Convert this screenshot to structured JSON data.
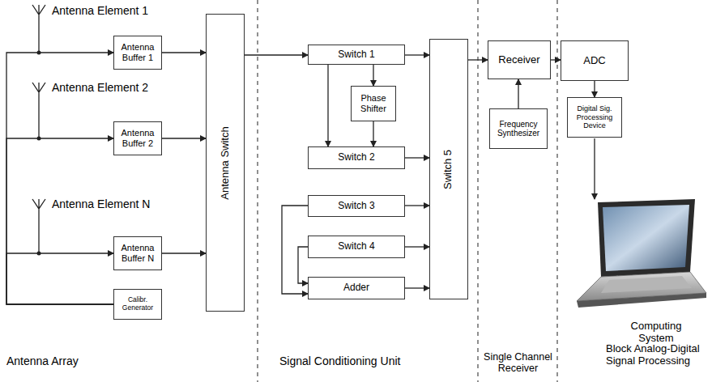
{
  "diagram": {
    "nodes": [
      {
        "text": [
          "Antenna Buffer 1"
        ]
      },
      {
        "text": [
          "Antenna Buffer 2"
        ]
      },
      {
        "text": [
          "Antenna Buffer N"
        ]
      },
      {
        "text": [
          "Calibr. Generator"
        ]
      },
      {
        "text": [
          "Antenna Switch"
        ]
      },
      {
        "text": [
          "Switch 1"
        ]
      },
      {
        "text": [
          "Phase Shifter"
        ]
      },
      {
        "text": [
          "Switch 2"
        ]
      },
      {
        "text": [
          "Switch 3"
        ]
      },
      {
        "text": [
          "Switch 4"
        ]
      },
      {
        "text": [
          "Adder"
        ]
      },
      {
        "text": [
          "Switch 5"
        ]
      },
      {
        "text": [
          "Receiver"
        ]
      },
      {
        "text": [
          "Frequency Synthesizer"
        ]
      },
      {
        "text": [
          "ADC"
        ]
      },
      {
        "text": [
          "Digital Sig. Processing Device"
        ]
      }
    ],
    "edges": [
      {
        "from": 0,
        "to": 4,
        "arrow": "to"
      },
      {
        "from": 1,
        "to": 4,
        "arrow": "to"
      },
      {
        "from": 2,
        "to": 4,
        "arrow": "to"
      },
      {
        "from": 3,
        "to": 0,
        "arrow": "to"
      },
      {
        "from": 3,
        "to": 1,
        "arrow": "to"
      },
      {
        "from": 3,
        "to": 2,
        "arrow": "to"
      },
      {
        "from": 4,
        "to": 5,
        "arrow": "to"
      },
      {
        "from": 5,
        "to": 6,
        "arrow": "to"
      },
      {
        "from": 5,
        "to": 7,
        "arrow": "to"
      },
      {
        "from": 6,
        "to": 7,
        "arrow": "to"
      },
      {
        "from": 5,
        "to": 11,
        "arrow": "to"
      },
      {
        "from": 7,
        "to": 11,
        "arrow": "to"
      },
      {
        "from": 8,
        "to": 11,
        "arrow": "to"
      },
      {
        "from": 9,
        "to": 11,
        "arrow": "to"
      },
      {
        "from": 10,
        "to": 11,
        "arrow": "to"
      },
      {
        "from": 8,
        "to": 10,
        "arrow": "to"
      },
      {
        "from": 9,
        "to": 10,
        "arrow": "to"
      },
      {
        "from": 11,
        "to": 12,
        "arrow": "to"
      },
      {
        "from": 13,
        "to": 12,
        "arrow": "to"
      },
      {
        "from": 12,
        "to": 14,
        "arrow": "to"
      },
      {
        "from": 14,
        "to": 15,
        "arrow": "to"
      }
    ],
    "labels": [
      "Antenna Element 1",
      "Antenna Element 2",
      "Antenna Element N",
      "Antenna Array",
      "Signal Conditioning Unit",
      "Single Channel Receiver",
      "Computing System",
      "Block Analog-Digital Signal Processing"
    ]
  }
}
